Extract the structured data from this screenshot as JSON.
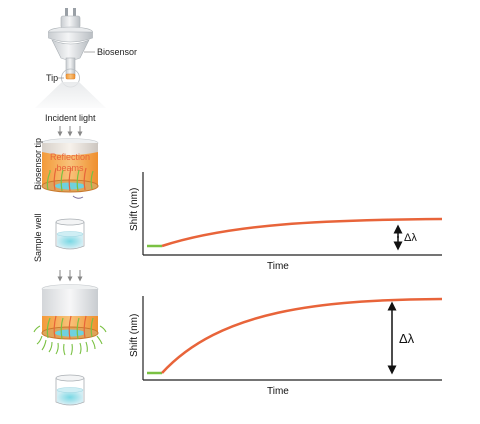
{
  "labels": {
    "biosensor": "Biosensor",
    "tip": "Tip",
    "incident_light": "Incident light",
    "reflection_line1": "Reflection",
    "reflection_line2": "beams",
    "biosensor_tip": "Biosensor tip",
    "sample_well": "Sample well"
  },
  "colors": {
    "curve": "#e8643a",
    "baseline": "#7ac143",
    "tip_orange": "#f5a447",
    "fiber_green": "#8cc63f",
    "beam_orange": "#e8643a",
    "well_cyan": "#bfe6ef",
    "axis": "#222222"
  },
  "charts": [
    {
      "ylabel": "Shift (nm)",
      "xlabel": "Time",
      "delta_label": "Δλ"
    },
    {
      "ylabel": "Shift (nm)",
      "xlabel": "Time",
      "delta_label": "Δλ"
    }
  ]
}
